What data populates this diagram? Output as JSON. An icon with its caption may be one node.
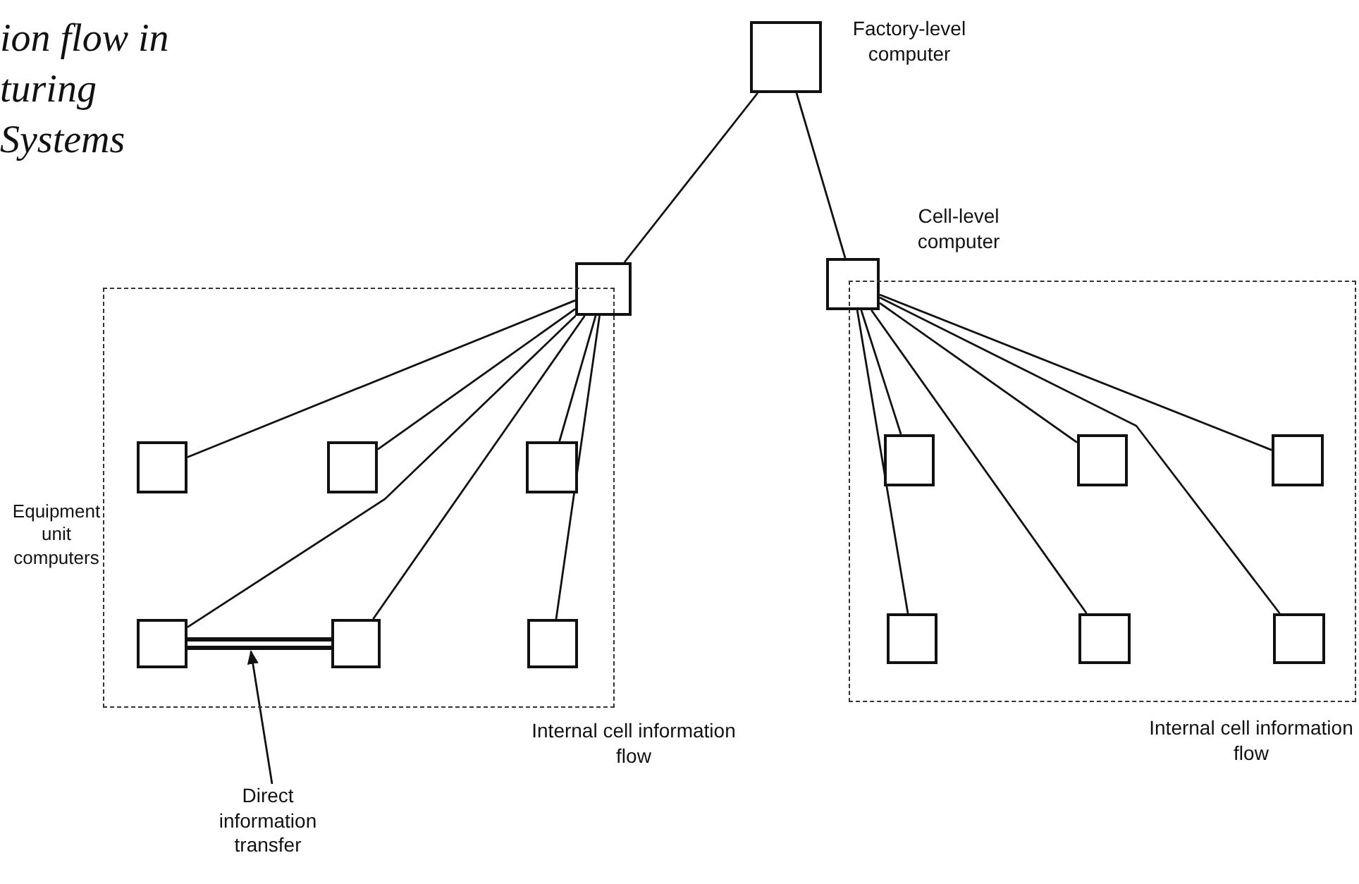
{
  "diagram": {
    "title": "ion flow in turing Systems",
    "nodes": [
      {
        "text": [],
        "shape": "box",
        "beside": [
          "Factory-level computer"
        ]
      },
      {
        "text": [],
        "shape": "box"
      },
      {
        "text": [],
        "shape": "box",
        "beside": [
          "Cell-level computer"
        ]
      },
      {
        "text": [],
        "shape": "box",
        "beside": [
          "Internal cell information flow"
        ]
      },
      {
        "text": [],
        "shape": "box",
        "in": 3
      },
      {
        "text": [],
        "shape": "box",
        "in": 3
      },
      {
        "text": [],
        "shape": "box",
        "in": 3
      },
      {
        "text": [],
        "shape": "box",
        "in": 3
      },
      {
        "text": [],
        "shape": "box",
        "in": 3
      },
      {
        "text": [],
        "shape": "box",
        "in": 3
      },
      {
        "text": [],
        "shape": "box",
        "beside": [
          "Internal cell information flow"
        ]
      },
      {
        "text": [],
        "shape": "box",
        "in": 10
      },
      {
        "text": [],
        "shape": "box",
        "in": 10
      },
      {
        "text": [],
        "shape": "box",
        "in": 10
      },
      {
        "text": [],
        "shape": "box",
        "in": 10
      },
      {
        "text": [],
        "shape": "box",
        "in": 10
      },
      {
        "text": [],
        "shape": "box",
        "in": 10
      },
      {
        "text": [
          "Direct information transfer"
        ]
      }
    ],
    "edges": [
      {
        "from": 0,
        "to": 1,
        "arrow": "none"
      },
      {
        "from": 0,
        "to": 2,
        "arrow": "none"
      },
      {
        "from": 1,
        "to": 4,
        "arrow": "none"
      },
      {
        "from": 1,
        "to": 5,
        "arrow": "none"
      },
      {
        "from": 1,
        "to": 6,
        "arrow": "none"
      },
      {
        "from": 1,
        "to": 7,
        "arrow": "none"
      },
      {
        "from": 1,
        "to": 8,
        "arrow": "none"
      },
      {
        "from": 1,
        "to": 9,
        "arrow": "none"
      },
      {
        "from": 2,
        "to": 11,
        "arrow": "none"
      },
      {
        "from": 2,
        "to": 12,
        "arrow": "none"
      },
      {
        "from": 2,
        "to": 13,
        "arrow": "none"
      },
      {
        "from": 2,
        "to": 14,
        "arrow": "none"
      },
      {
        "from": 2,
        "to": 15,
        "arrow": "none"
      },
      {
        "from": 2,
        "to": 16,
        "arrow": "none"
      },
      {
        "from": 7,
        "to": 8,
        "arrow": "none",
        "style": "thick"
      },
      {
        "from": 17,
        "to": null,
        "arrow": "to"
      }
    ],
    "labels": [
      "Equipment unit computers"
    ]
  }
}
